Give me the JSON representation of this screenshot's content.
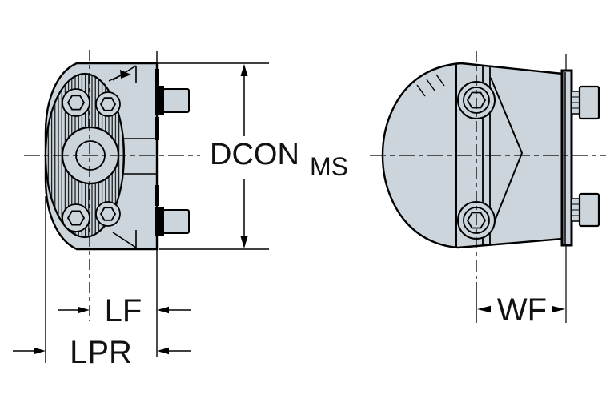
{
  "drawing": {
    "type": "technical-dimension-drawing",
    "views": 2,
    "background": "#ffffff"
  },
  "colors": {
    "body_fill": "#ccd5dc",
    "outline": "#000000",
    "text": "#111111",
    "background": "#ffffff"
  },
  "labels": {
    "dcon": "DCON",
    "dcon_sub": "MS",
    "lf": "LF",
    "lpr": "LPR",
    "wf": "WF"
  }
}
